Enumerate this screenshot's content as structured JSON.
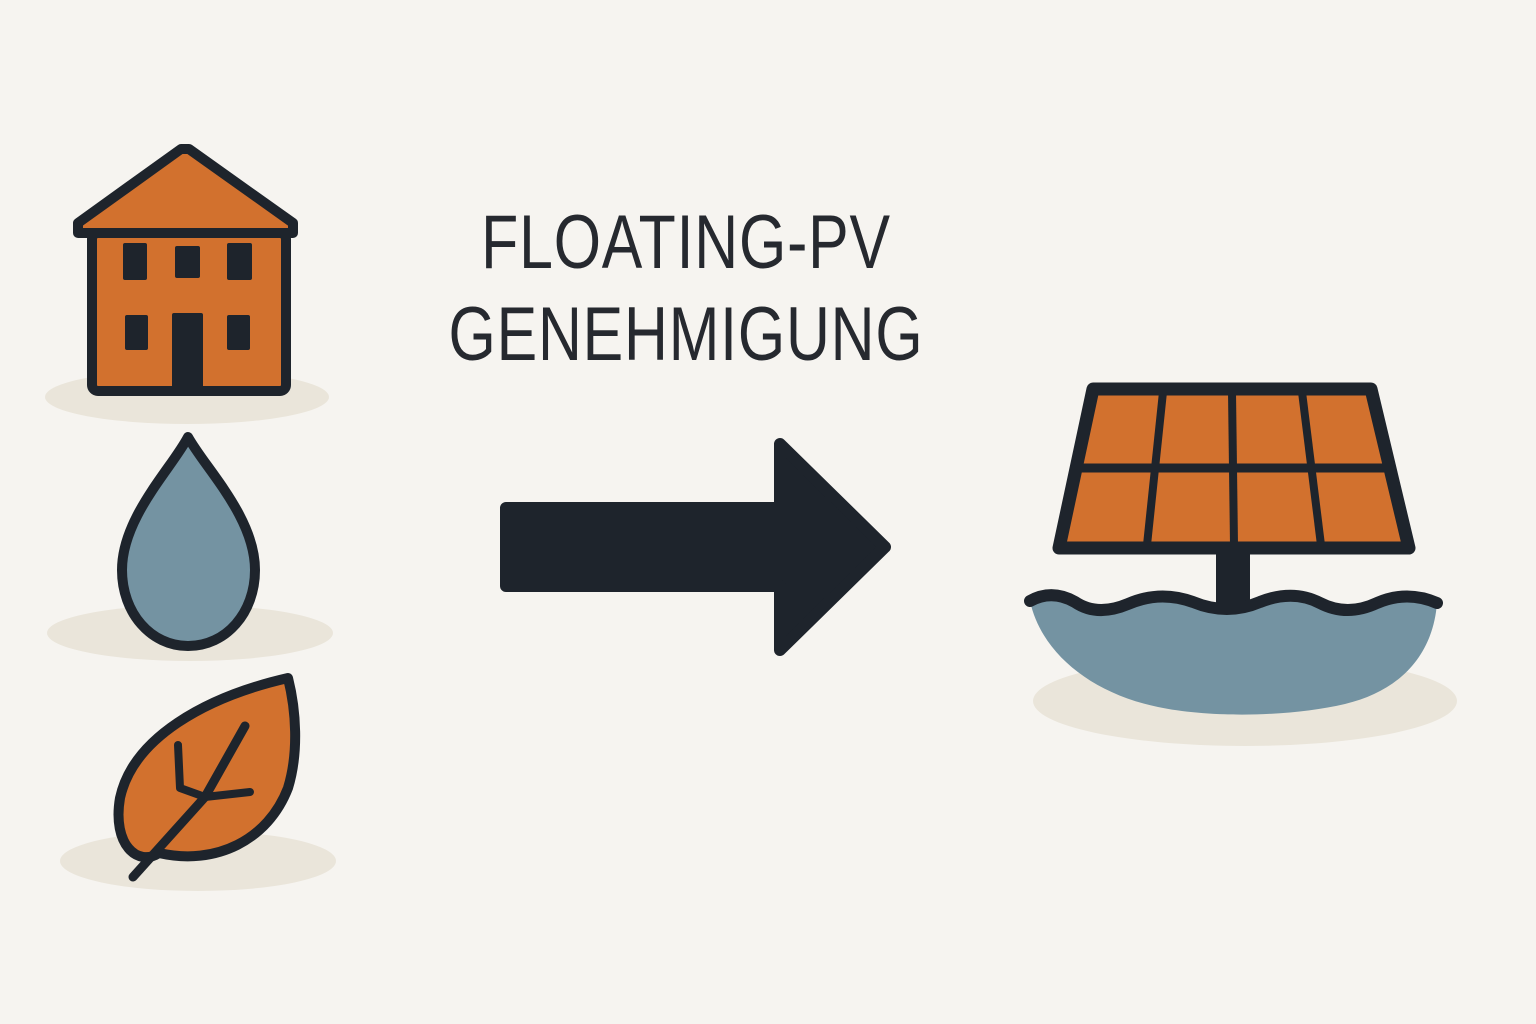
{
  "title": {
    "line1": "FLOATING-PV",
    "line2": "GENEHMIGUNG"
  },
  "scene": {
    "left_column_icons": [
      "house-icon",
      "water-drop-icon",
      "leaf-icon"
    ],
    "center_icon": "arrow-right-icon",
    "right_icon": "floating-solar-panel-icon",
    "solar_panel": {
      "grid_columns": 4,
      "grid_rows": 2
    }
  },
  "colors": {
    "background": "#F6F4F0",
    "accent_orange": "#D2712E",
    "outline_dark": "#1E242C",
    "water_blue": "#7493A2",
    "shadow_beige": "#EAE5DA",
    "title_text": "#26292F"
  }
}
